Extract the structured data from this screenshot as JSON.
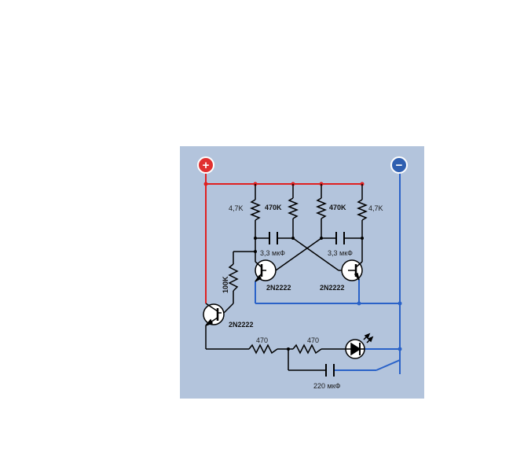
{
  "terminals": {
    "plus_symbol": "+",
    "minus_symbol": "−"
  },
  "labels": {
    "r1": "4,7K",
    "r2": "470K",
    "r3": "470K",
    "r4": "4,7K",
    "c1": "3,3 мкФ",
    "c2": "3,3 мкФ",
    "q1": "2N2222",
    "q2": "2N2222",
    "r5": "100K",
    "q3": "2N2222",
    "r6": "470",
    "r7": "470",
    "c3": "220 мкФ"
  },
  "colors": {
    "background": "#b3c4dc",
    "positive_wire": "#e02020",
    "negative_wire": "#2a62c8",
    "component": "#000000"
  }
}
